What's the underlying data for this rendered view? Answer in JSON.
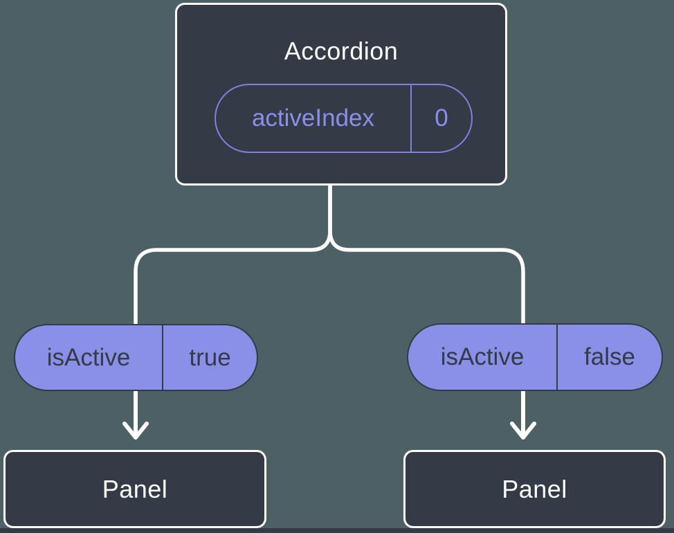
{
  "colors": {
    "background": "#4D6065",
    "node_fill": "#343B47",
    "node_border": "#FFFFFF",
    "purple_fill": "#8A8FE8",
    "purple_outline": "#7E83E0",
    "dark_ink": "#343B47",
    "connector": "#FFFFFF"
  },
  "root_node": {
    "title": "Accordion",
    "state_pill": {
      "name": "activeIndex",
      "value": "0"
    }
  },
  "prop_pills": [
    {
      "name": "isActive",
      "value": "true"
    },
    {
      "name": "isActive",
      "value": "false"
    }
  ],
  "child_nodes": [
    {
      "title": "Panel"
    },
    {
      "title": "Panel"
    }
  ]
}
